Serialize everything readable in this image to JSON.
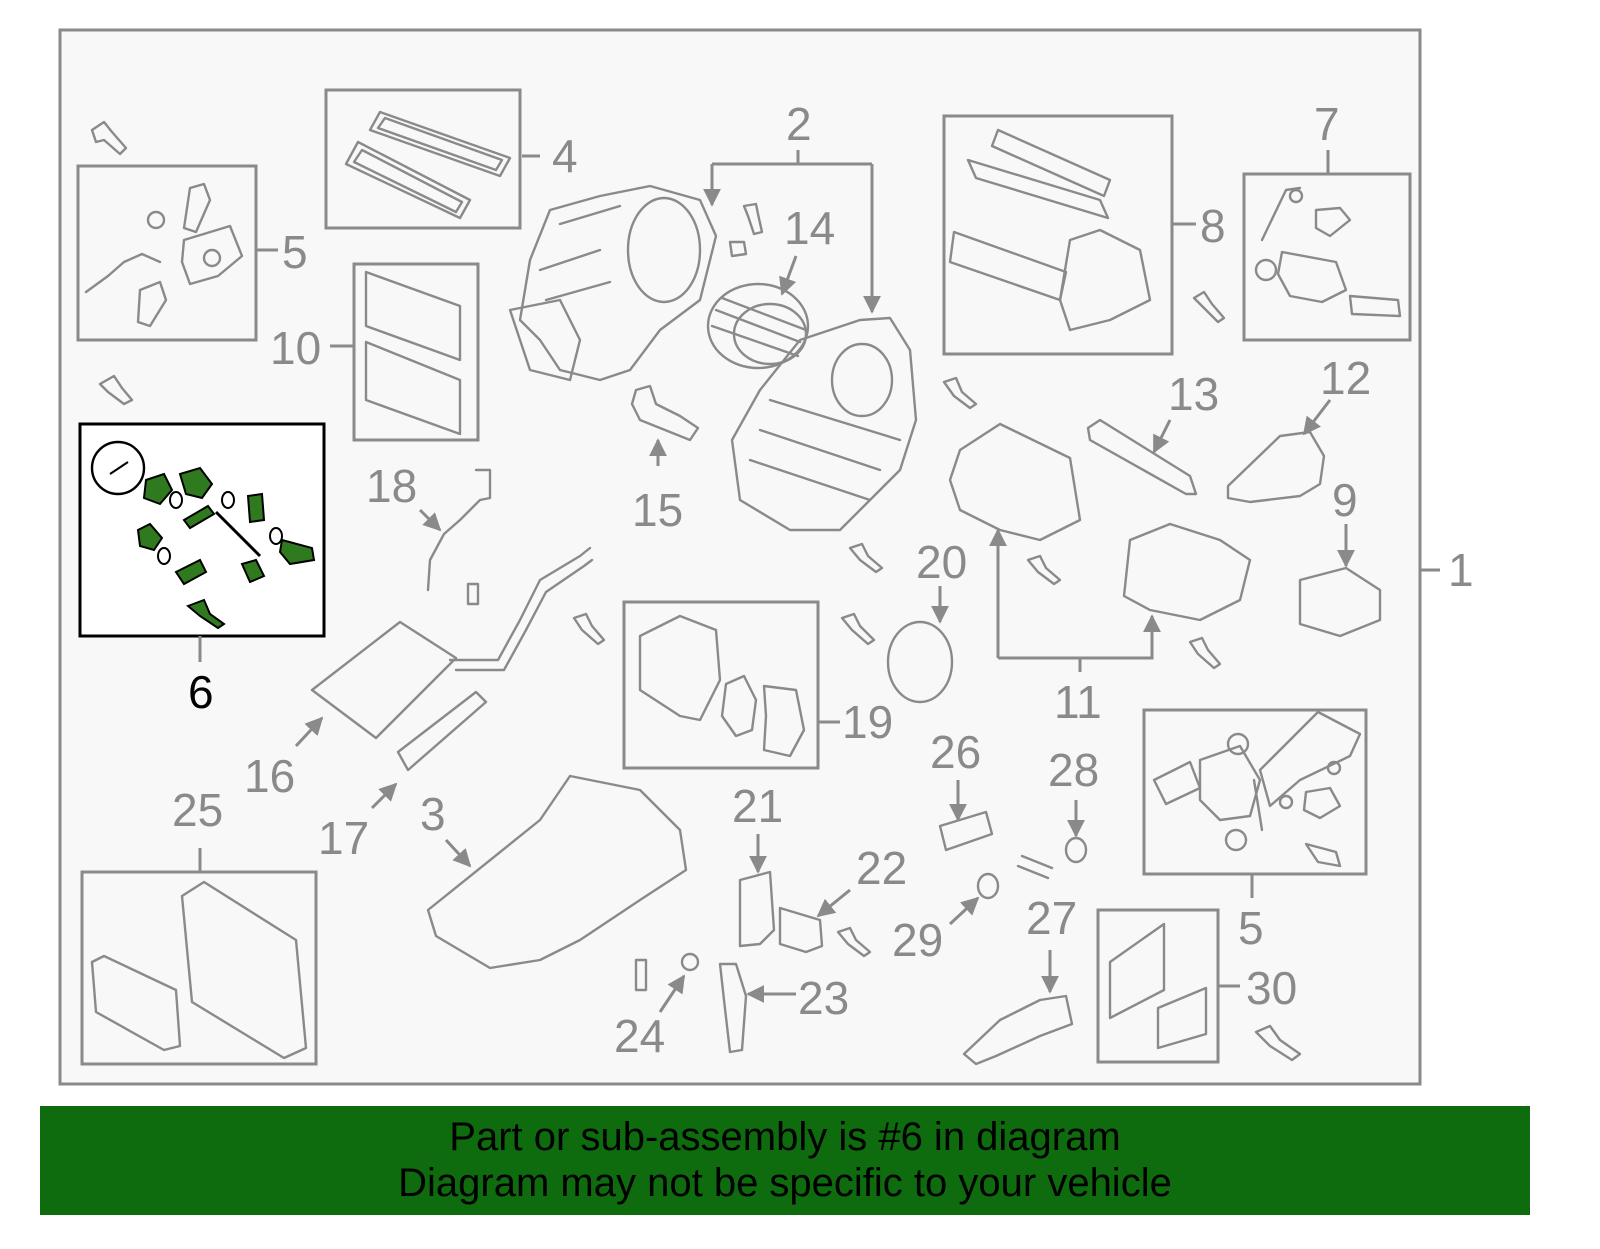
{
  "diagram": {
    "highlight_color": "#2f7a1f",
    "callouts": {
      "c1": "1",
      "c2": "2",
      "c3": "3",
      "c4": "4",
      "c5a": "5",
      "c5b": "5",
      "c6": "6",
      "c7": "7",
      "c8": "8",
      "c9": "9",
      "c10": "10",
      "c11": "11",
      "c12": "12",
      "c13": "13",
      "c14": "14",
      "c15": "15",
      "c16": "16",
      "c17": "17",
      "c18": "18",
      "c19": "19",
      "c20": "20",
      "c21": "21",
      "c22": "22",
      "c23": "23",
      "c24": "24",
      "c25": "25",
      "c26": "26",
      "c27": "27",
      "c28": "28",
      "c29": "29",
      "c30": "30"
    }
  },
  "banner": {
    "line1": "Part or sub-assembly is #6 in diagram",
    "line2": "Diagram may not be specific to your vehicle",
    "background": "#0e6b0e"
  }
}
